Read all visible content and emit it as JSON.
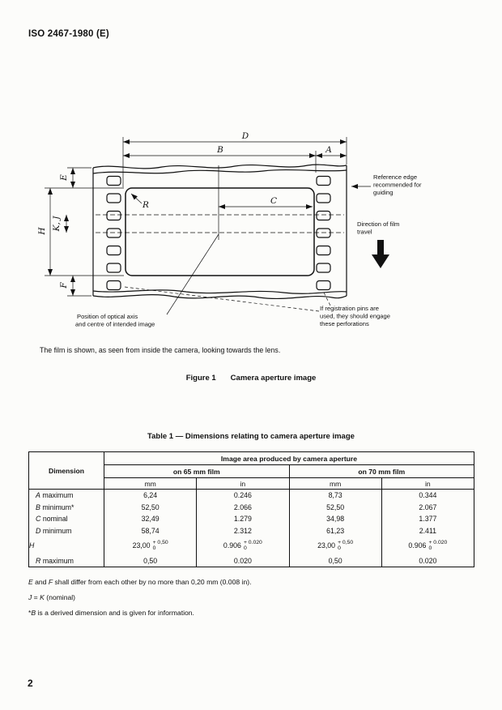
{
  "header": {
    "doc_code": "ISO 2467-1980 (E)"
  },
  "figure": {
    "dim_labels": {
      "D": "D",
      "B": "B",
      "A": "A",
      "C": "C",
      "E": "E",
      "F": "F",
      "H": "H",
      "KJ": "K, J",
      "R": "R"
    },
    "annotations": {
      "reference_edge": [
        "Reference edge",
        "recommended for",
        "guiding"
      ],
      "direction": [
        "Direction of film",
        "travel"
      ],
      "optical_axis": [
        "Position of optical axis",
        "and centre of intended image"
      ],
      "registration": [
        "If registration pins are",
        "used, they should engage",
        "these perforations"
      ]
    },
    "caption": "The film is shown, as seen from inside the camera, looking towards the lens.",
    "figure_label": "Figure 1",
    "figure_title": "Camera aperture image"
  },
  "table": {
    "title": "Table 1 — Dimensions relating to camera aperture image",
    "col_dimension": "Dimension",
    "span_header": "Image area produced by camera aperture",
    "group_65": "on 65 mm film",
    "group_70": "on 70 mm film",
    "units": [
      "mm",
      "in",
      "mm",
      "in"
    ],
    "rows": [
      {
        "letter": "A",
        "suffix": "maximum",
        "values": [
          "6,24",
          "0.246",
          "8,73",
          "0.344"
        ]
      },
      {
        "letter": "B",
        "suffix": "minimum*",
        "values": [
          "52,50",
          "2.066",
          "52,50",
          "2.067"
        ]
      },
      {
        "letter": "C",
        "suffix": "nominal",
        "values": [
          "32,49",
          "1.279",
          "34,98",
          "1.377"
        ]
      },
      {
        "letter": "D",
        "suffix": "minimum",
        "values": [
          "58,74",
          "2.312",
          "61,23",
          "2.411"
        ]
      },
      {
        "letter": "H",
        "suffix": "",
        "tolerance": {
          "mm_base": "23,00",
          "mm_sup": "+ 0,50",
          "mm_sub": "0",
          "in_base": "0.906",
          "in_sup": "+ 0.020",
          "in_sub": "0"
        }
      },
      {
        "letter": "R",
        "suffix": "maximum",
        "values": [
          "0,50",
          "0.020",
          "0,50",
          "0.020"
        ]
      }
    ]
  },
  "notes": {
    "note1": {
      "e": "E",
      "mid": " and ",
      "f": "F",
      "rest": " shall differ from each other by no more than 0,20 mm (0.008 in)."
    },
    "note2": {
      "j": "J",
      "eq": " = ",
      "k": "K",
      "rest": " (nominal)"
    },
    "note3": {
      "prefix": "*",
      "b": "B",
      "rest": " is a derived dimension and is given for information."
    }
  },
  "footer": {
    "page_number": "2"
  }
}
